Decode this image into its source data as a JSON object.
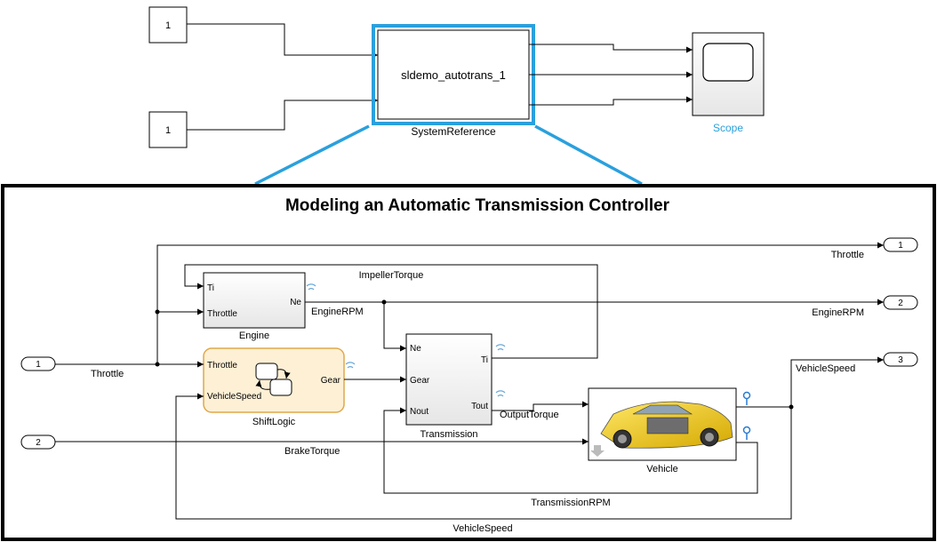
{
  "top": {
    "constant1": "1",
    "constant2": "1",
    "system_ref_block": "sldemo_autotrans_1",
    "system_ref_label": "SystemReference",
    "scope_label": "Scope"
  },
  "subsystem": {
    "title": "Modeling an Automatic Transmission Controller",
    "inports": [
      {
        "num": "1",
        "label": "Throttle"
      },
      {
        "num": "2",
        "label": "BrakeTorque"
      }
    ],
    "outports": [
      {
        "num": "1",
        "label": "Throttle"
      },
      {
        "num": "2",
        "label": "EngineRPM"
      },
      {
        "num": "3",
        "label": "VehicleSpeed"
      }
    ],
    "engine": {
      "name": "Engine",
      "ports": {
        "ti": "Ti",
        "throttle": "Throttle",
        "ne": "Ne"
      }
    },
    "shiftlogic": {
      "name": "ShiftLogic",
      "ports": {
        "throttle": "Throttle",
        "vehiclespeed": "VehicleSpeed",
        "gear": "Gear"
      }
    },
    "transmission": {
      "name": "Transmission",
      "ports": {
        "ne": "Ne",
        "gear": "Gear",
        "nout": "Nout",
        "ti": "Ti",
        "tout": "Tout"
      }
    },
    "vehicle": {
      "name": "Vehicle"
    },
    "signals": {
      "impeller_torque": "ImpellerTorque",
      "engine_rpm": "EngineRPM",
      "output_torque": "OutputTorque",
      "transmission_rpm": "TransmissionRPM",
      "vehicle_speed_bottom": "VehicleSpeed"
    }
  },
  "colors": {
    "highlight": "#2aa0dd",
    "scope_label": "#2aa0dd",
    "stateflow_fill": "#fdf0d5",
    "stateflow_stroke": "#e0a84a"
  }
}
